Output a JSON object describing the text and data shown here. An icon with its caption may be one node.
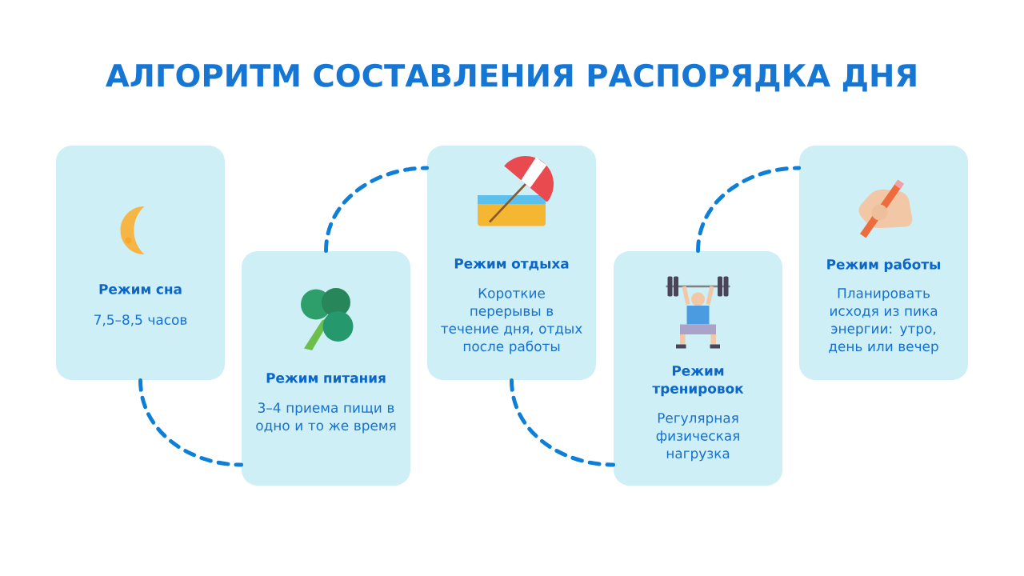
{
  "diagram": {
    "title": "АЛГОРИТМ СОСТАВЛЕНИЯ РАСПОРЯДКА ДНЯ",
    "nodes": [
      {
        "text": [
          "Режим сна",
          "7,5–8,5 часов"
        ]
      },
      {
        "text": [
          "Режим питания",
          "3–4 приема пищи в одно и то же время"
        ]
      },
      {
        "text": [
          "Режим отдыха",
          "Короткие перерывы в течение дня, отдых после работы"
        ]
      },
      {
        "text": [
          "Режим тренировок",
          "Регулярная физическая нагрузка"
        ]
      },
      {
        "text": [
          "Режим работы",
          "Планировать исходя из пика энергии: утро, день или вечер"
        ]
      }
    ],
    "edges": [
      {
        "from": 0,
        "to": 1,
        "arrow": "none",
        "style": "dashed"
      },
      {
        "from": 1,
        "to": 2,
        "arrow": "none",
        "style": "dashed"
      },
      {
        "from": 2,
        "to": 3,
        "arrow": "none",
        "style": "dashed"
      },
      {
        "from": 3,
        "to": 4,
        "arrow": "none",
        "style": "dashed"
      }
    ]
  }
}
